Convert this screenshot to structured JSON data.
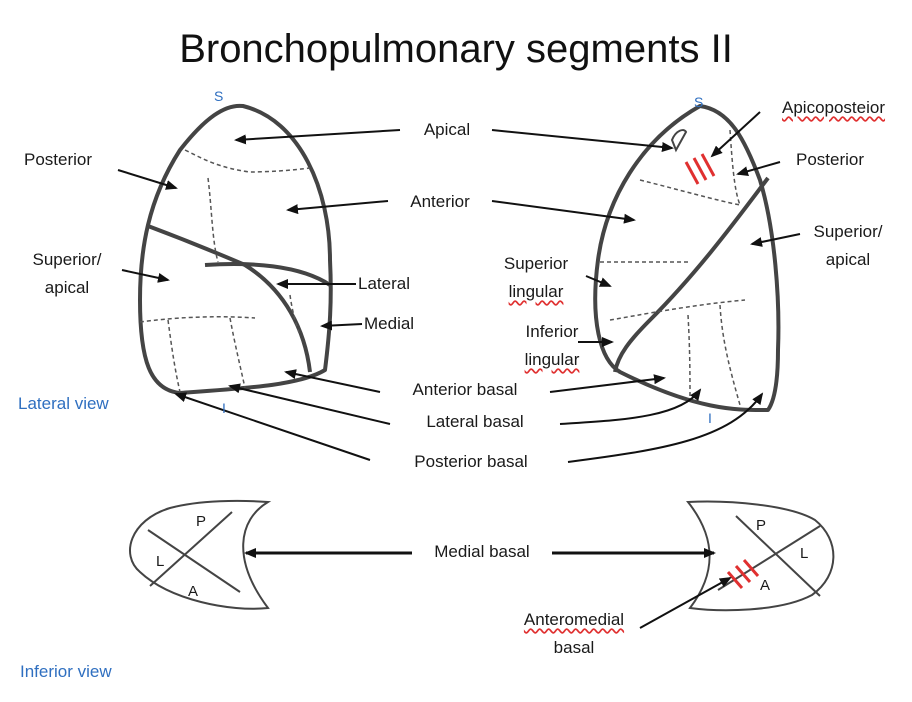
{
  "title": "Bronchopulmonary segments II",
  "colors": {
    "text": "#1a1a1a",
    "view_label": "#2f6fc0",
    "marker": "#e03030",
    "outline": "#444444"
  },
  "lateral_view": {
    "caption": "Lateral view",
    "apex_letter": "S",
    "base_letter": "I",
    "left_labels": {
      "posterior": "Posterior",
      "superior_apical_1": "Superior/",
      "superior_apical_2": "apical"
    }
  },
  "center_labels": {
    "apical": "Apical",
    "anterior": "Anterior",
    "lateral": "Lateral",
    "medial": "Medial",
    "anterior_basal": "Anterior basal",
    "lateral_basal": "Lateral basal",
    "posterior_basal": "Posterior basal"
  },
  "right_lung": {
    "apex_letter": "S",
    "base_letter": "I",
    "apicoposterior": "Apicoposteior",
    "posterior": "Posterior",
    "superior_apical_1": "Superior/",
    "superior_apical_2": "apical",
    "superior_lingular_1": "Superior",
    "superior_lingular_2": "lingular",
    "inferior_lingular_1": "Inferior",
    "inferior_lingular_2": "lingular"
  },
  "inferior_view": {
    "caption": "Inferior view",
    "medial_basal": "Medial basal",
    "anteromedial_1": "Anteromedial",
    "anteromedial_2": "basal",
    "left_shape": {
      "p": "P",
      "l": "L",
      "a": "A"
    },
    "right_shape": {
      "p": "P",
      "l": "L",
      "a": "A"
    }
  }
}
